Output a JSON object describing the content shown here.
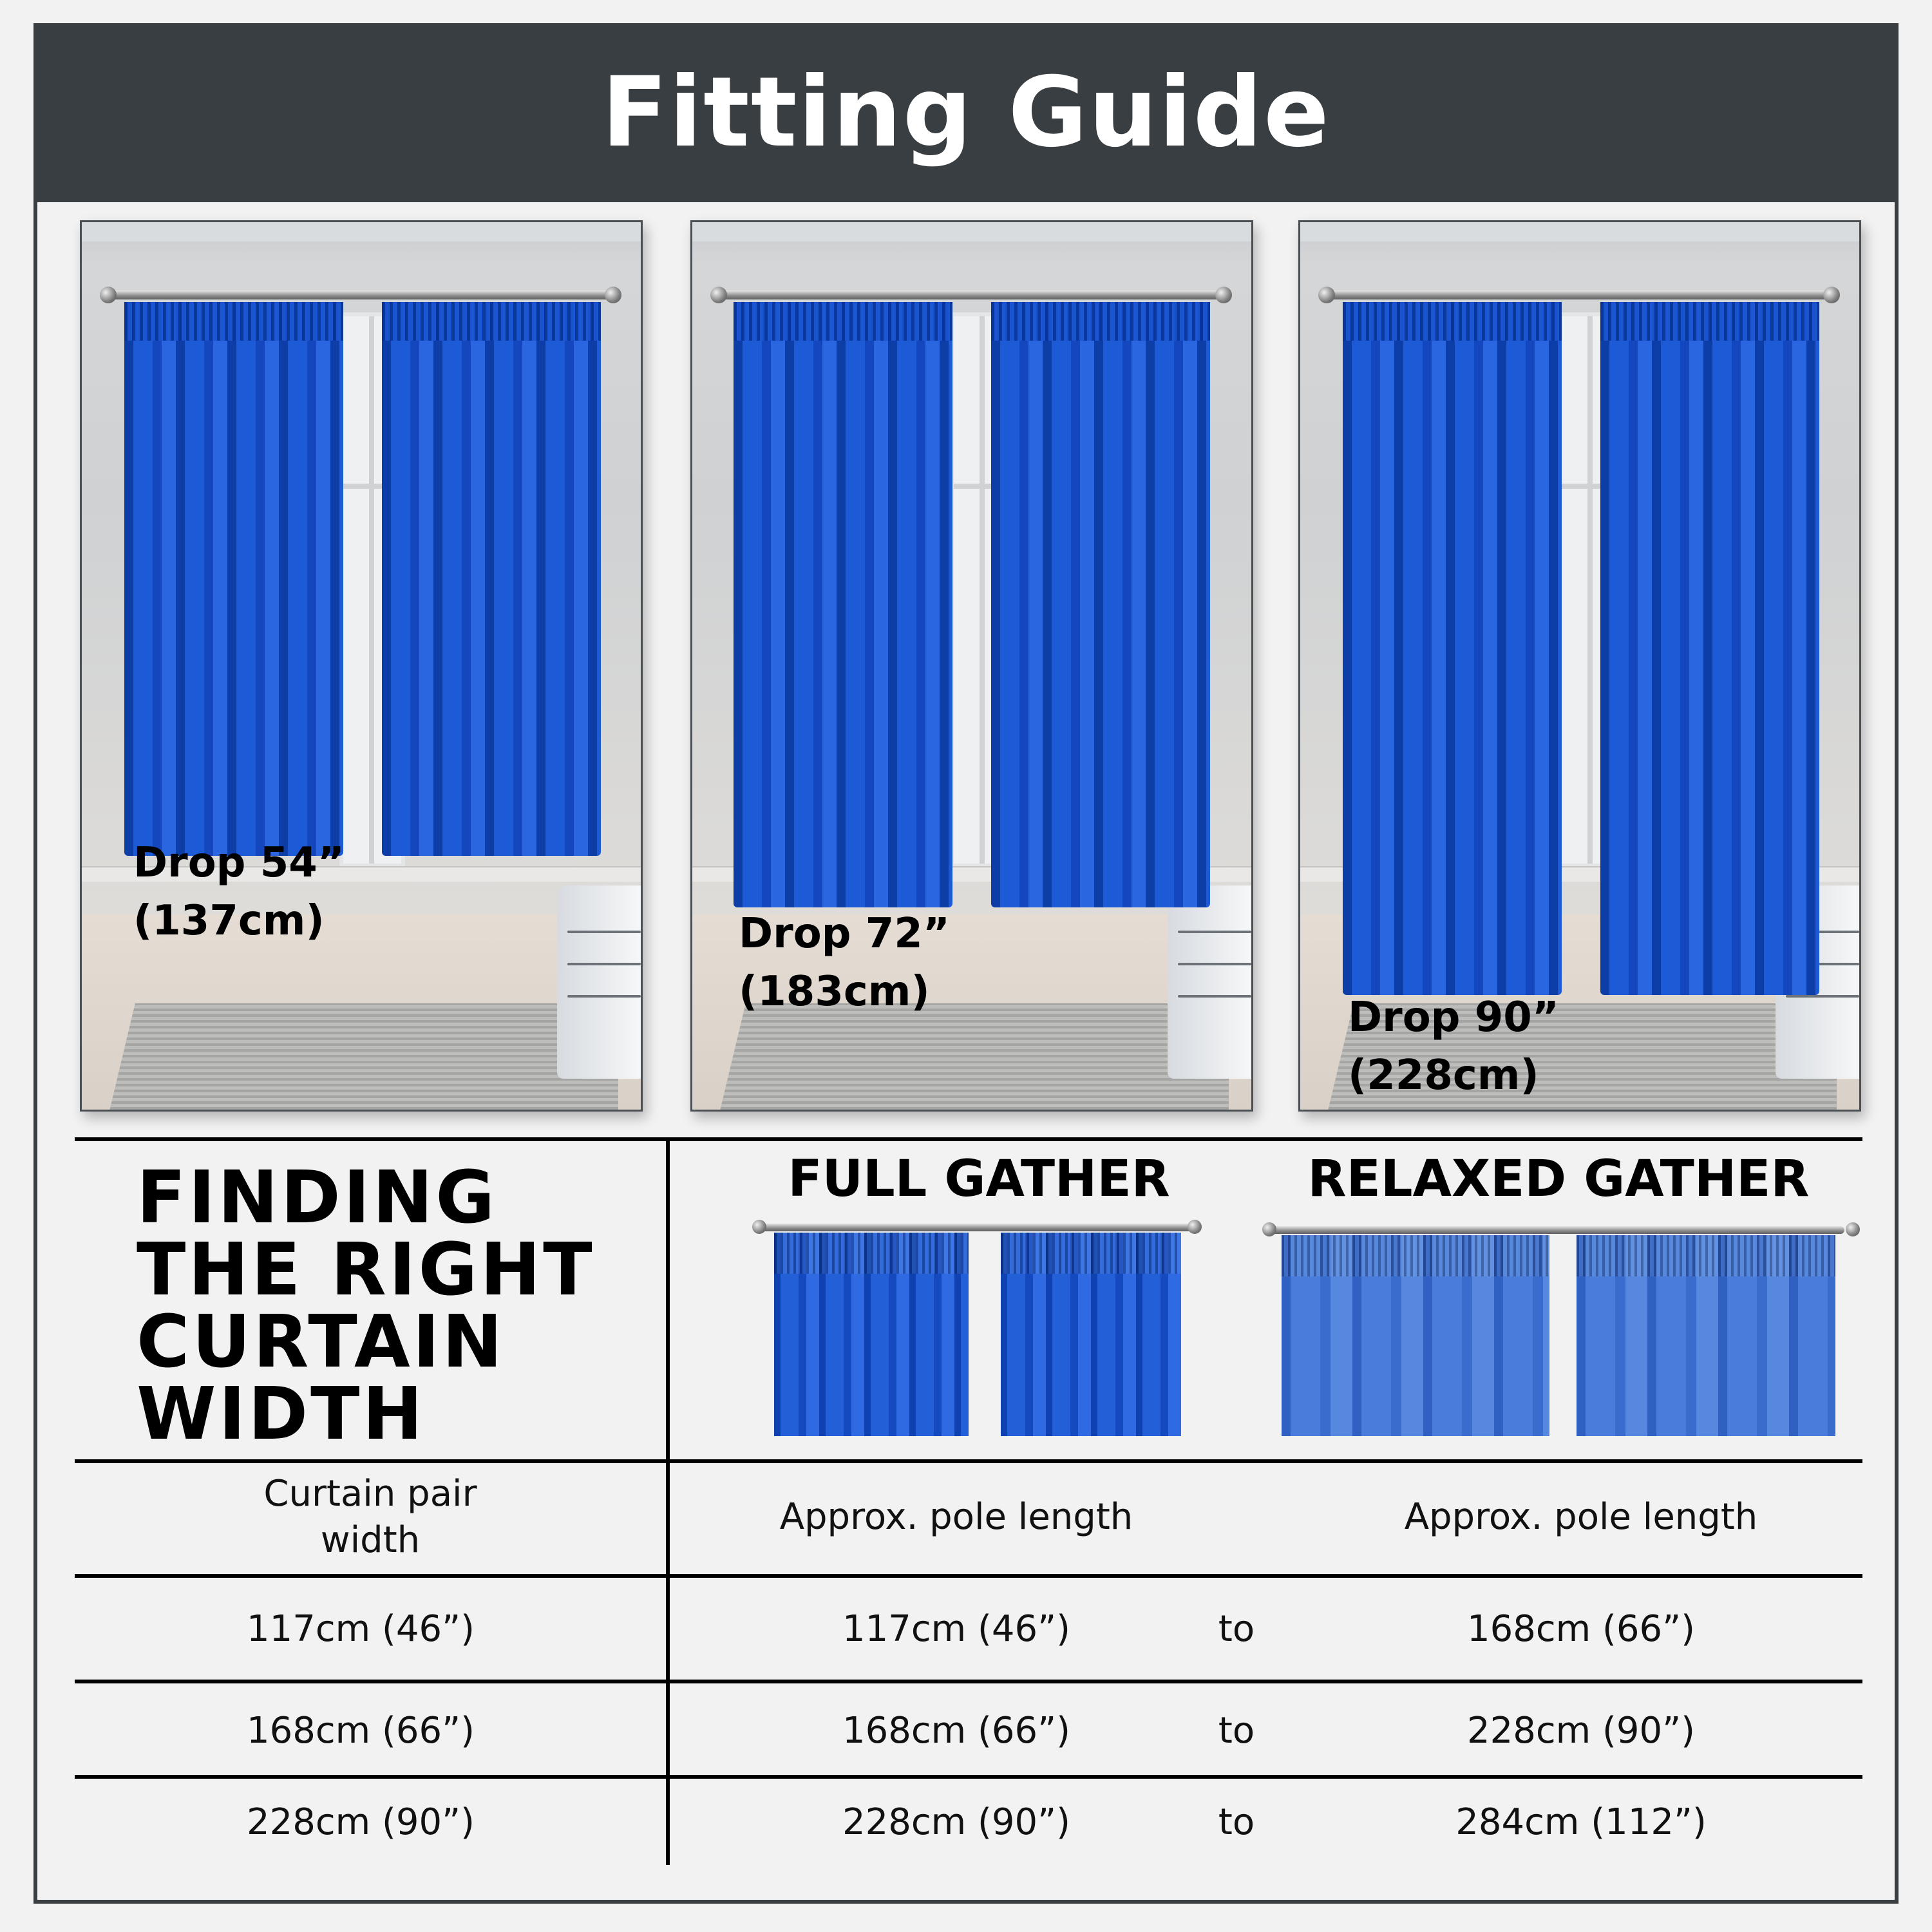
{
  "header": {
    "title": "Fitting Guide",
    "background_color": "#383e42"
  },
  "drop_panels": [
    {
      "drop_label": "Drop 54”",
      "drop_cm": "(137cm)",
      "curtain_color": "#1a50c8"
    },
    {
      "drop_label": "Drop 72”",
      "drop_cm": "(183cm)",
      "curtain_color": "#1a50c8"
    },
    {
      "drop_label": "Drop 90”",
      "drop_cm": "(228cm)",
      "curtain_color": "#1a50c8"
    }
  ],
  "width_section": {
    "title_lines": [
      "FINDING",
      "THE RIGHT",
      "CURTAIN",
      "WIDTH"
    ],
    "full_gather": {
      "label": "FULL GATHER",
      "curtain_color": "#1d56cf"
    },
    "relaxed_gather": {
      "label": "RELAXED GATHER",
      "curtain_color": "#4274d6"
    }
  },
  "table": {
    "headers": [
      "Curtain pair width",
      "Approx. pole length",
      "Approx. pole length"
    ],
    "header_col1_lines": [
      "Curtain pair",
      "width"
    ],
    "connector": "to",
    "rows": [
      {
        "width": "117cm (46”)",
        "full": "117cm (46”)",
        "to": "to",
        "relaxed": "168cm (66”)"
      },
      {
        "width": "168cm (66”)",
        "full": "168cm (66”)",
        "to": "to",
        "relaxed": "228cm (90”)"
      },
      {
        "width": "228cm (90”)",
        "full": "228cm (90”)",
        "to": "to",
        "relaxed": "284cm (112”)"
      }
    ]
  }
}
